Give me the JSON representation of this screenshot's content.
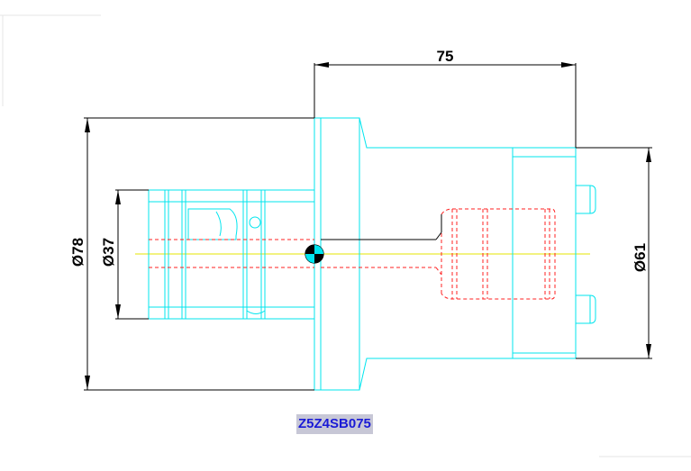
{
  "dimensions": {
    "length": "75",
    "flange_diameter": "Ø78",
    "bore_diameter": "Ø37",
    "body_diameter": "Ø61"
  },
  "part_code": "Z5Z4SB075",
  "colors": {
    "outline": "#00e5ee",
    "hidden": "#ff2020",
    "centerline": "#e6e600",
    "dimension": "#000000",
    "label_bg": "#c7c7d6",
    "label_text": "#1a1ad6"
  }
}
